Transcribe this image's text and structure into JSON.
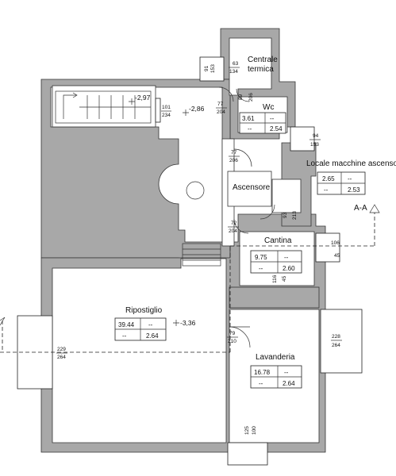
{
  "rooms": {
    "centrale": {
      "line1": "Centrale",
      "line2": "termica"
    },
    "wc": {
      "name": "Wc",
      "area": "3.61",
      "c1": "--",
      "c2": "--",
      "height": "2.54"
    },
    "locale": {
      "name": "Locale macchine ascensore",
      "area": "2.65",
      "c1": "--",
      "c2": "--",
      "height": "2.53"
    },
    "ascensore": {
      "name": "Ascensore"
    },
    "cantina": {
      "name": "Cantina",
      "area": "9.75",
      "c1": "--",
      "c2": "--",
      "height": "2.60"
    },
    "ripostiglio": {
      "name": "Ripostiglio",
      "area": "39.44",
      "c1": "--",
      "c2": "--",
      "height": "2.64"
    },
    "lavanderia": {
      "name": "Lavanderia",
      "area": "16.78",
      "c1": "--",
      "c2": "--",
      "height": "2.64"
    }
  },
  "levels": {
    "stair": "-2,97",
    "hall": "-2,86",
    "ripostiglio": "-3,36"
  },
  "openings": {
    "d_63": "63",
    "d_134": "134",
    "d_91": "91",
    "d_153a": "153",
    "d_101": "101",
    "d_234": "234",
    "d_77a": "77",
    "d_204a": "204",
    "d_89": "89",
    "d_206a": "206",
    "d_94": "94",
    "d_153b": "153",
    "d_77b": "77",
    "d_206b": "206",
    "d_93": "93",
    "d_213": "213",
    "d_72": "72",
    "d_204b": "204",
    "d_106": "106",
    "d_45a": "45",
    "d_116": "116",
    "d_45b": "45",
    "d_229": "229",
    "d_264a": "264",
    "d_228": "228",
    "d_264b": "264",
    "d_79": "79",
    "d_210": "210",
    "d_125": "125",
    "d_100": "100"
  },
  "section": {
    "label": "A-A"
  }
}
